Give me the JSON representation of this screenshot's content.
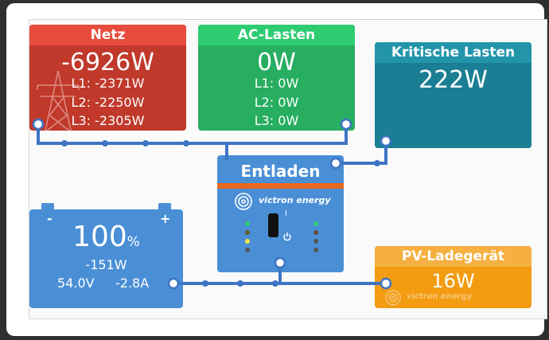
{
  "grid": {
    "title": "Netz",
    "power": "-6926W",
    "l1": "L1: -2371W",
    "l2": "L2: -2250W",
    "l3": "L3: -2305W",
    "header_color": "#e74c3c",
    "body_color": "#c0392b"
  },
  "ac_loads": {
    "title": "AC-Lasten",
    "power": "0W",
    "l1": "L1: 0W",
    "l2": "L2: 0W",
    "l3": "L3: 0W",
    "header_color": "#2ecc71",
    "body_color": "#27ae60"
  },
  "critical_loads": {
    "title": "Kritische Lasten",
    "power": "222W",
    "header_color": "#2295ab",
    "body_color": "#1a7f94"
  },
  "inverter": {
    "title": "Entladen",
    "brand": "victron energy",
    "switch_on": "I",
    "body_color": "#4a8fd6",
    "accent_color": "#e8671b"
  },
  "battery": {
    "soc": "100",
    "soc_unit": "%",
    "power": "-151W",
    "voltage": "54.0V",
    "current": "-2.8A",
    "minus": "-",
    "plus": "+",
    "color": "#4a8fd6"
  },
  "pv_charger": {
    "title": "PV-Ladegerät",
    "power": "16W",
    "brand": "victron energy",
    "header_color": "#f5b041",
    "body_color": "#f39c12"
  },
  "wire_color": "#3f74c4"
}
